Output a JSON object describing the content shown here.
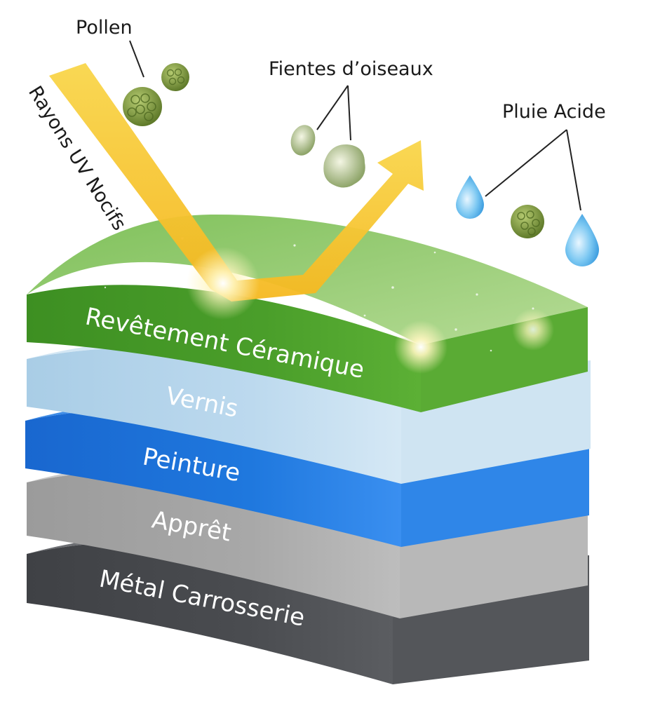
{
  "callouts": {
    "pollen": "Pollen",
    "bird_droppings": "Fientes d’oiseaux",
    "acid_rain": "Pluie Acide",
    "uv_rays": "Rayons UV Nocifs"
  },
  "layers": [
    {
      "label": "Revêtement Céramique",
      "color": "#4d9e2a"
    },
    {
      "label": "Vernis",
      "color": "#bcd8ec"
    },
    {
      "label": "Peinture",
      "color": "#1f74d6"
    },
    {
      "label": "Apprêt",
      "color": "#a3a3a3"
    },
    {
      "label": "Métal Carrosserie",
      "color": "#45474b"
    }
  ],
  "colors": {
    "uv_ray": "#f7c531",
    "pollen": "#8aa64a",
    "droplet": "#6ec0ee"
  }
}
